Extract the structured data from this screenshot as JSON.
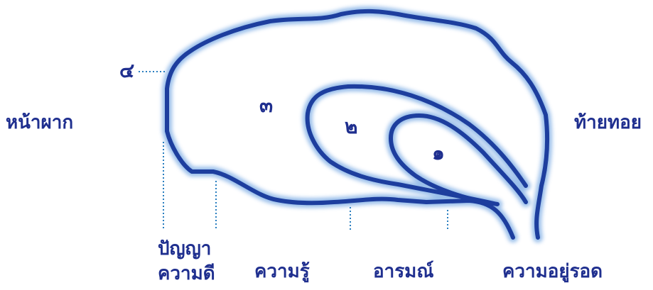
{
  "labels": {
    "front": "หน้าผาก",
    "back": "ท้ายทอย",
    "wisdom": "ปัญญา",
    "goodness": "ความดี",
    "knowledge": "ความรู้",
    "emotion": "อารมณ์",
    "survival": "ความอยู่รอด"
  },
  "numbers": {
    "n1": "๑",
    "n2": "๒",
    "n3": "๓",
    "n4": "๔"
  },
  "colors": {
    "outline": "#1d3e9e",
    "glow": "#8fb8e8",
    "text": "#1f2f8f",
    "dots": "#2a7fc0"
  }
}
